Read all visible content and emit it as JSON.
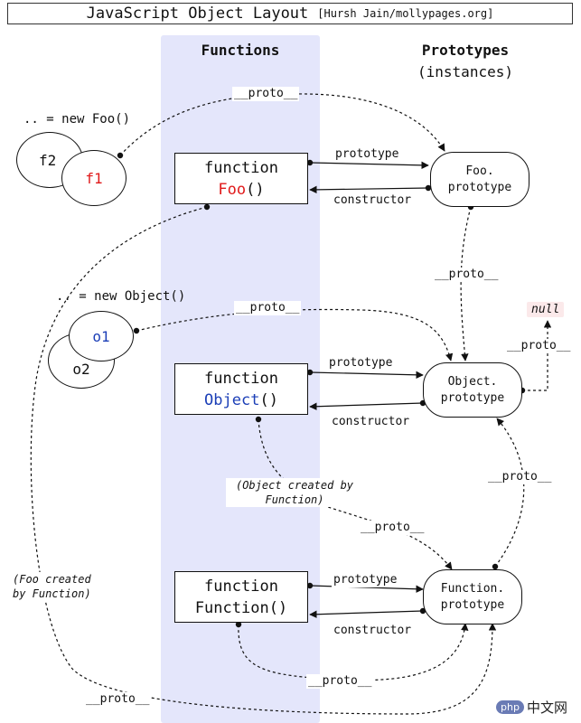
{
  "title": {
    "main": "JavaScript Object Layout",
    "credit": "[Hursh Jain/mollypages.org]"
  },
  "columns": {
    "functions": "Functions",
    "prototypes": "Prototypes",
    "prototypes_sub": "(instances)"
  },
  "instances": {
    "foo_caption": ".. = new Foo()",
    "f1": "f1",
    "f2": "f2",
    "object_caption": ".. = new Object()",
    "o1": "o1",
    "o2": "o2"
  },
  "functions": {
    "foo": {
      "keyword": "function",
      "name": "Foo",
      "parens": "()"
    },
    "object": {
      "keyword": "function",
      "name": "Object",
      "parens": "()"
    },
    "function": {
      "keyword": "function",
      "name": "Function()"
    }
  },
  "prototypes": {
    "foo": {
      "line1": "Foo.",
      "line2": "prototype"
    },
    "object": {
      "line1": "Object.",
      "line2": "prototype"
    },
    "function": {
      "line1": "Function.",
      "line2": "prototype"
    }
  },
  "labels": {
    "proto": "__proto__",
    "prototype": "prototype",
    "constructor": "constructor",
    "null": "null",
    "object_created_by_function": [
      "(Object created by",
      "Function)"
    ],
    "foo_created_by_function": [
      "(Foo created",
      "by Function)"
    ]
  },
  "colors": {
    "function_column": "#e4e6fb",
    "name_red": "#e0191a",
    "name_blue": "#1c3fb7",
    "null_background": "#fbe9ea"
  },
  "watermark": {
    "badge": "php",
    "text": "中文网"
  }
}
